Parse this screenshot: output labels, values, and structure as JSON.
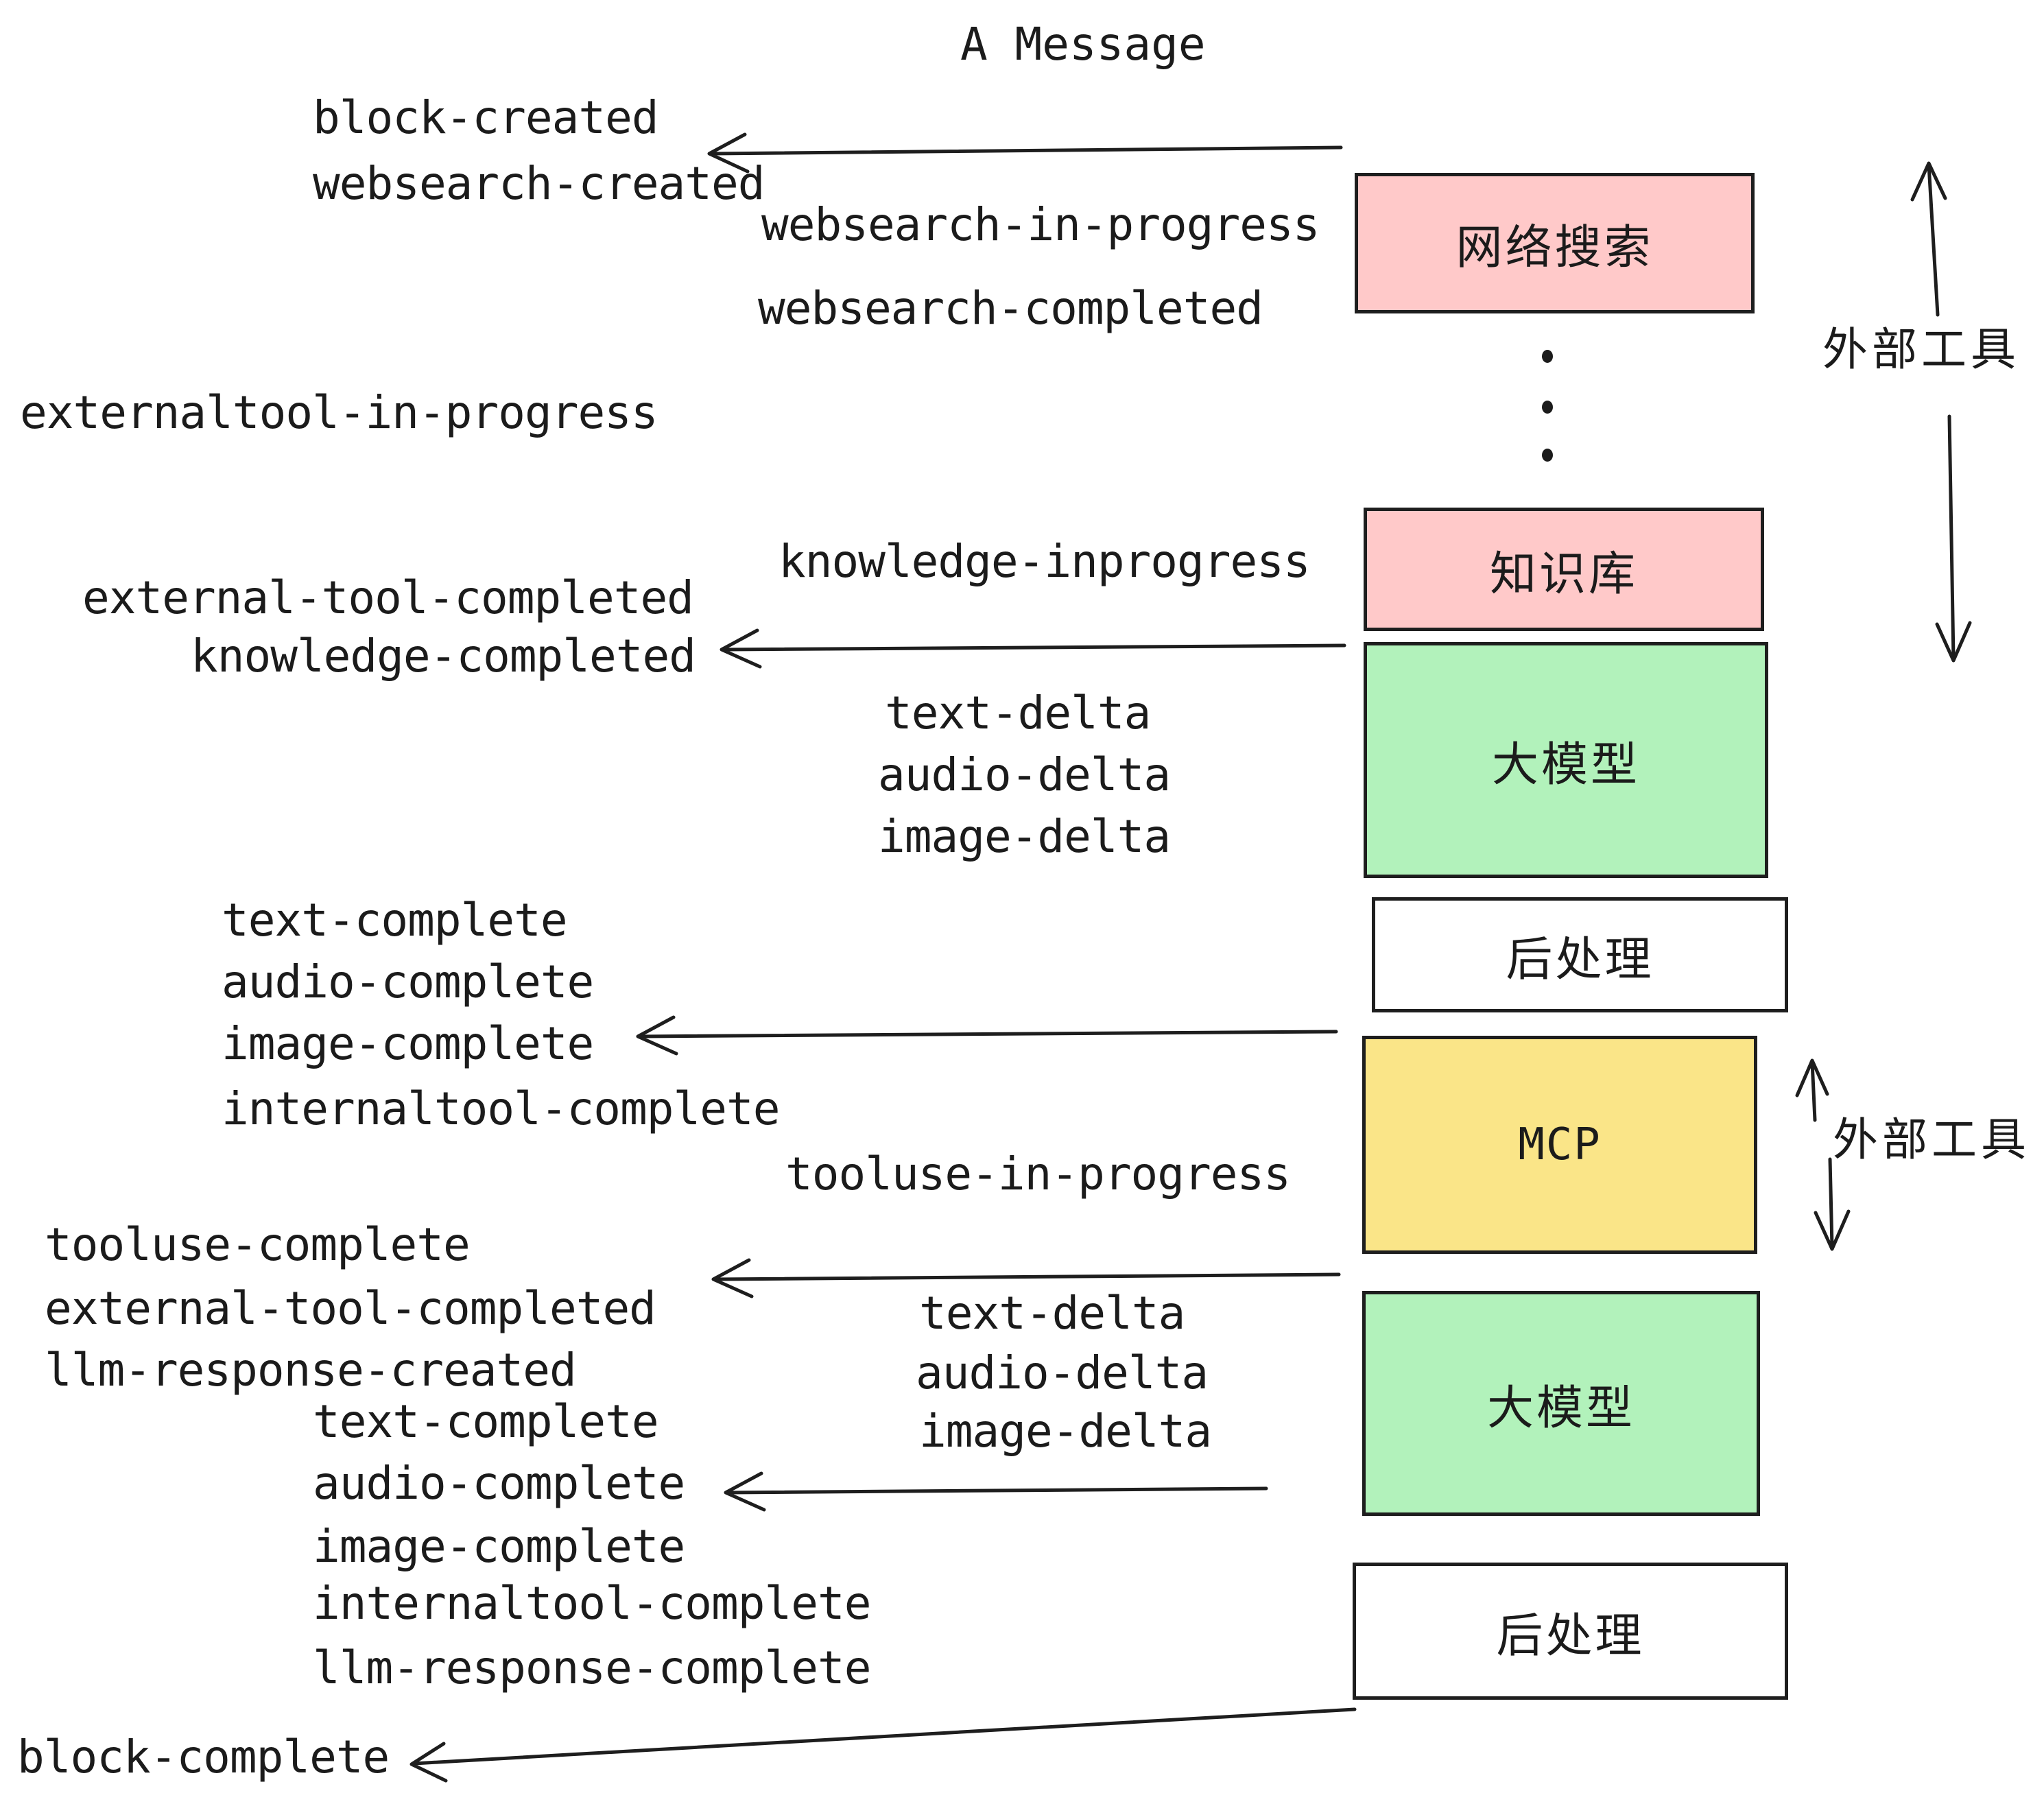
{
  "title": "A Message",
  "palette": {
    "pink": "#ffc9c9",
    "green": "#b2f2bb",
    "yellow": "#fae588",
    "white": "#ffffff",
    "ink": "#1e1e1e",
    "text": "#1b1b1b"
  },
  "nodes": [
    {
      "id": "websearch",
      "label": "网络搜索",
      "fill": "pink"
    },
    {
      "id": "knowledge",
      "label": "知识库",
      "fill": "pink"
    },
    {
      "id": "llm-1",
      "label": "大模型",
      "fill": "green"
    },
    {
      "id": "postprocess-1",
      "label": "后处理",
      "fill": "white"
    },
    {
      "id": "mcp",
      "label": "MCP",
      "fill": "yellow"
    },
    {
      "id": "llm-2",
      "label": "大模型",
      "fill": "green"
    },
    {
      "id": "postprocess-2",
      "label": "后处理",
      "fill": "white"
    }
  ],
  "side_labels": [
    {
      "text": "外部工具"
    },
    {
      "text": "外部工具"
    }
  ],
  "events": [
    {
      "id": "block-created",
      "text": "block-created"
    },
    {
      "id": "websearch-created",
      "text": "websearch-created"
    },
    {
      "id": "websearch-in-progress",
      "text": "websearch-in-progress"
    },
    {
      "id": "websearch-completed",
      "text": "websearch-completed"
    },
    {
      "id": "externaltool-in-progress",
      "text": "externaltool-in-progress"
    },
    {
      "id": "knowledge-inprogress",
      "text": "knowledge-inprogress"
    },
    {
      "id": "external-tool-completed",
      "text": "external-tool-completed"
    },
    {
      "id": "knowledge-completed",
      "text": "knowledge-completed"
    },
    {
      "id": "text-delta-1",
      "text": "text-delta"
    },
    {
      "id": "audio-delta-1",
      "text": "audio-delta"
    },
    {
      "id": "image-delta-1",
      "text": "image-delta"
    },
    {
      "id": "text-complete-1",
      "text": "text-complete"
    },
    {
      "id": "audio-complete-1",
      "text": "audio-complete"
    },
    {
      "id": "image-complete-1",
      "text": "image-complete"
    },
    {
      "id": "internaltool-complete-1",
      "text": "internaltool-complete"
    },
    {
      "id": "tooluse-in-progress",
      "text": "tooluse-in-progress"
    },
    {
      "id": "tooluse-complete",
      "text": "tooluse-complete"
    },
    {
      "id": "external-tool-completed-2",
      "text": "external-tool-completed"
    },
    {
      "id": "llm-response-created",
      "text": "llm-response-created"
    },
    {
      "id": "text-delta-2",
      "text": "text-delta"
    },
    {
      "id": "audio-delta-2",
      "text": "audio-delta"
    },
    {
      "id": "image-delta-2",
      "text": "image-delta"
    },
    {
      "id": "text-complete-2",
      "text": "text-complete"
    },
    {
      "id": "audio-complete-2",
      "text": "audio-complete"
    },
    {
      "id": "image-complete-2",
      "text": "image-complete"
    },
    {
      "id": "internaltool-complete-2",
      "text": "internaltool-complete"
    },
    {
      "id": "llm-response-complete",
      "text": "llm-response-complete"
    },
    {
      "id": "block-complete",
      "text": "block-complete"
    }
  ]
}
